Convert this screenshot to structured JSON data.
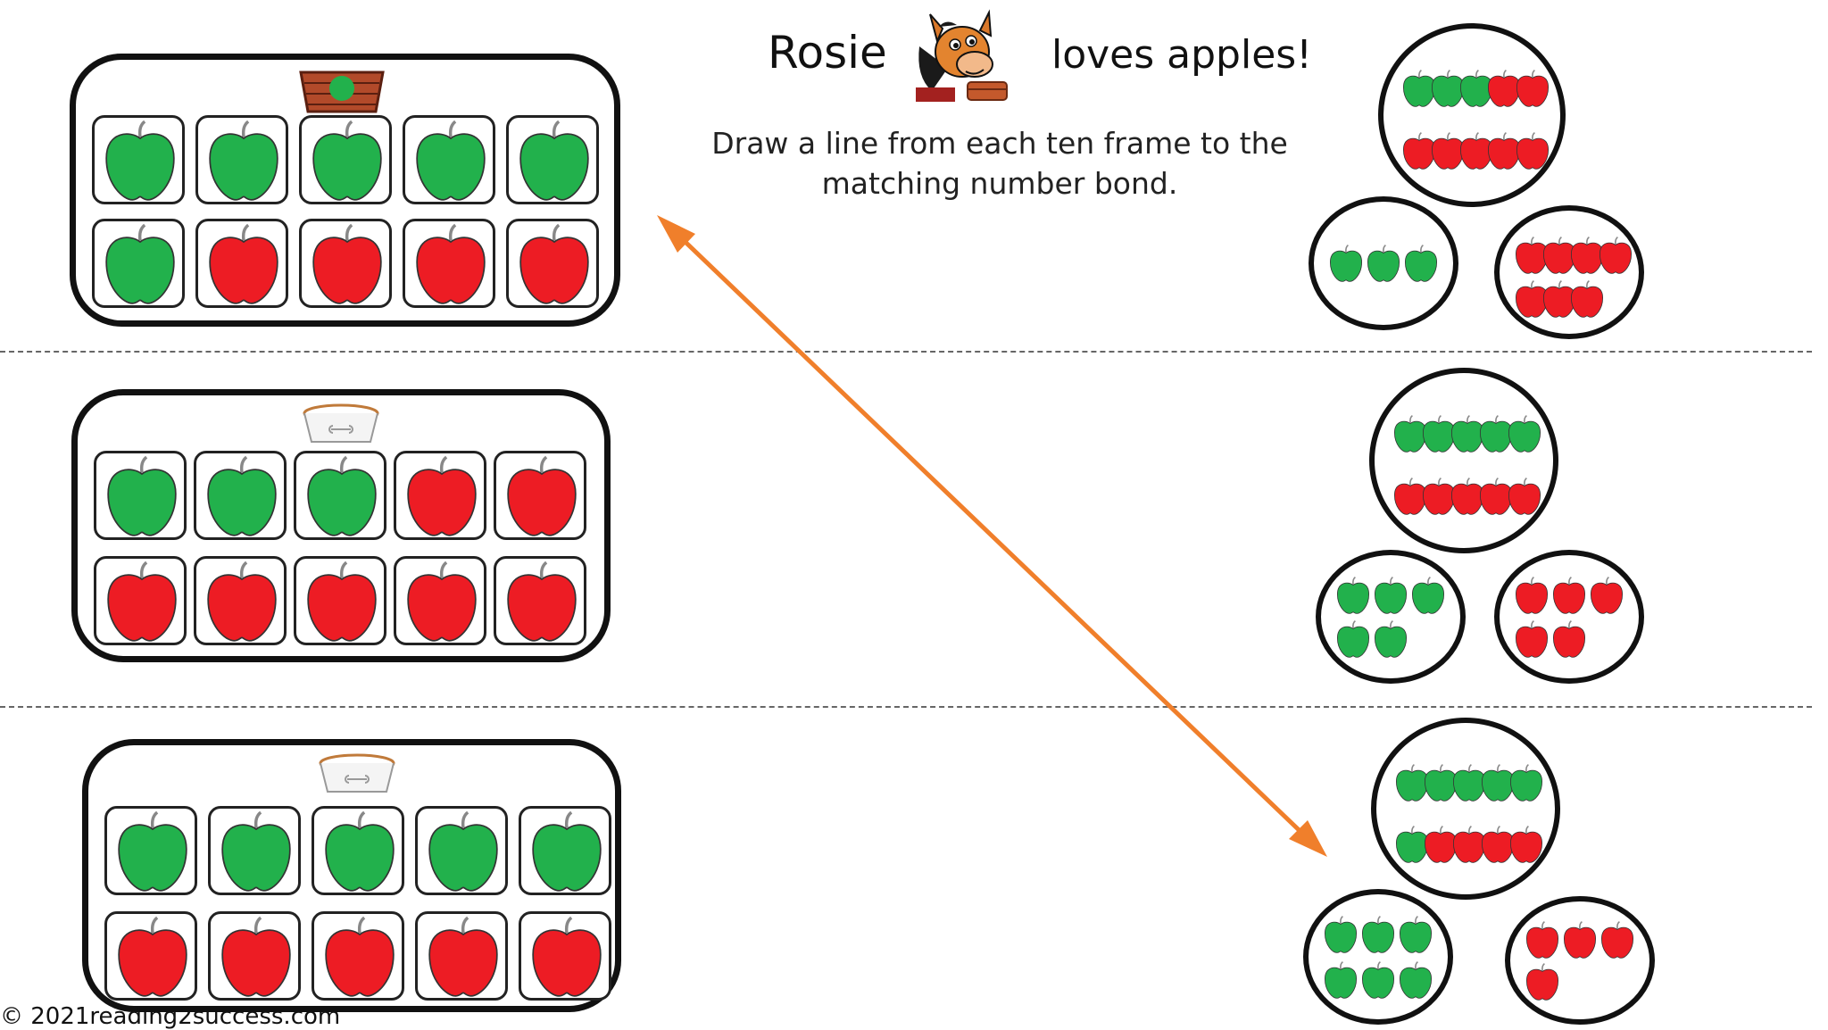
{
  "header": {
    "word_left": "Rosie",
    "word_right": "loves apples!",
    "mascot_icon": "pony-with-basket-icon",
    "instructions": "Draw a line from each ten frame to the matching number bond."
  },
  "footer": {
    "copyright": "© 2021reading2success.com"
  },
  "colors": {
    "apple_green": "#22b14c",
    "apple_red": "#ed1c24",
    "arrow_orange": "#f07f2b",
    "outline": "#111111"
  },
  "ten_frames": [
    {
      "top_icon": "basket-icon",
      "cells": [
        "green",
        "green",
        "green",
        "green",
        "green",
        "green",
        "red",
        "red",
        "red",
        "red"
      ]
    },
    {
      "top_icon": "dog-bowl-icon",
      "cells": [
        "green",
        "green",
        "green",
        "red",
        "red",
        "red",
        "red",
        "red",
        "red",
        "red"
      ]
    },
    {
      "top_icon": "dog-bowl-icon",
      "cells": [
        "green",
        "green",
        "green",
        "green",
        "green",
        "red",
        "red",
        "red",
        "red",
        "red"
      ]
    }
  ],
  "number_bonds": [
    {
      "whole": {
        "green": 3,
        "red": 7
      },
      "part_left": {
        "green": 3,
        "red": 0
      },
      "part_right": {
        "green": 0,
        "red": 7
      }
    },
    {
      "whole": {
        "green": 5,
        "red": 5
      },
      "part_left": {
        "green": 5,
        "red": 0
      },
      "part_right": {
        "green": 0,
        "red": 5
      }
    },
    {
      "whole": {
        "green": 6,
        "red": 4
      },
      "part_left": {
        "green": 6,
        "red": 0
      },
      "part_right": {
        "green": 0,
        "red": 4
      }
    }
  ]
}
